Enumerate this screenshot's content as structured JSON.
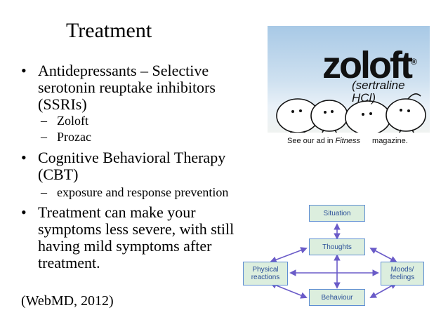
{
  "slide": {
    "title": "Treatment",
    "bullet_symbol": "•",
    "dash_symbol": "–",
    "bullets": [
      {
        "lines": [
          "Antidepressants – Selective",
          "serotonin reuptake inhibitors",
          "(SSRIs)"
        ],
        "subitems": [
          "Zoloft",
          "Prozac"
        ]
      },
      {
        "lines": [
          "Cognitive Behavioral Therapy",
          "(CBT)"
        ],
        "subitems": [
          "exposure and response prevention"
        ]
      },
      {
        "lines": [
          "Treatment can make your",
          "symptoms less severe, with still",
          "having mild symptoms after",
          "treatment."
        ],
        "subitems": []
      }
    ],
    "citation": "(WebMD, 2012)"
  },
  "zoloft_ad": {
    "brand": "zoloft",
    "registered": "®",
    "generic_name": "(sertraline HCl)",
    "caption_prefix": "See our ad in ",
    "caption_magazine": "Fitness",
    "caption_suffix": " magazine."
  },
  "cbt_diagram": {
    "nodes": {
      "situation": "Situation",
      "thoughts": "Thoughts",
      "physical_reactions": "Physical reactions",
      "moods_feelings": "Moods/ feelings",
      "behaviour": "Behaviour"
    },
    "colors": {
      "box_fill": "#dceede",
      "box_border": "#5e8ed3",
      "text": "#2a4f98",
      "arrow": "#6a5bc8"
    }
  }
}
